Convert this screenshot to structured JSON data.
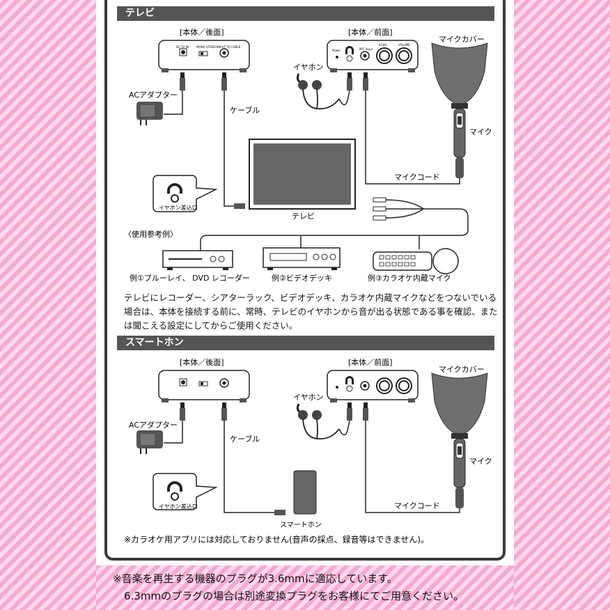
{
  "sections": {
    "tv": {
      "title": "テレビ",
      "rear_label": "[本体／後面]",
      "front_label": "[本体／前面]",
      "mic_cover": "マイクカバー",
      "earphone": "イヤホン",
      "ac_adapter": "ACアダプター",
      "cable": "ケーブル",
      "mic": "マイク",
      "mic_cord": "マイクコード",
      "earphone_jack": "イヤホン差込口",
      "tv_label": "テレビ",
      "usage_example": "〈使用参考例〉",
      "example1": "例①ブルーレイ、 DVD レコーダー",
      "example2": "例②ビデオデッキ",
      "example3": "例③カラオケ内蔵マイク",
      "paragraph": "テレビにレコーダー、シアターラック、ビデオデッキ、カラオケ内蔵マイクなどをつないでいる場合は、本体を接続する前に、常時、テレビのイヤホンから音が出る状態である事を確認、または聞こえる設定にしてからご使用ください。"
    },
    "smartphone": {
      "title": "スマートホン",
      "rear_label": "[本体／後面]",
      "front_label": "[本体／前面]",
      "mic_cover": "マイクカバー",
      "earphone": "イヤホン",
      "ac_adapter": "ACアダプター",
      "cable": "ケーブル",
      "mic": "マイク",
      "mic_cord": "マイクコード",
      "earphone_jack": "イヤホン差込口",
      "phone_label": "スマートホン",
      "note": "※カラオケ用アプリには対応しておりません(音声の採点、録音等はできません)。"
    }
  },
  "bottom_note": {
    "line1": "※音楽を再生する機器のプラグが3.6mmに適応しています。",
    "line2": "6.3mmのプラグの場合は別途変換プラグをお客様にてご用意ください。"
  },
  "device_labels": {
    "dc": "DC 5V IN",
    "mono_stereo": "MONO STEREO",
    "input": "INPUT TO CABLE",
    "power": "Power",
    "mic_input": "MIC Input",
    "echo": "ECHO",
    "volume": "VOLUME"
  },
  "colors": {
    "stripe_pink": "#f7a8d3",
    "bar_gray": "#555555",
    "tv_screen": "#666666",
    "cover_gray": "#6f6f6f"
  }
}
